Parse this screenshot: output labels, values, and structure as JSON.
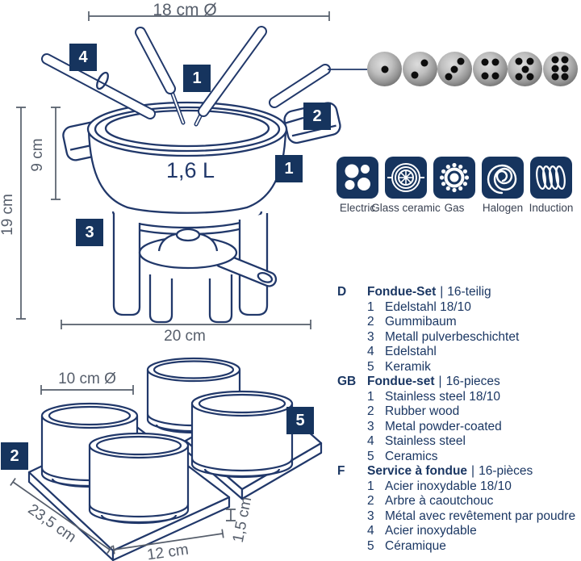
{
  "colors": {
    "line_navy": "#21386a",
    "label_bg": "#16345e",
    "dimension_grey": "#565e6b",
    "legend_navy": "#1b3763",
    "hob_tile_navy": "#16345e"
  },
  "pot_diagram": {
    "capacity": "1,6 L",
    "dims": {
      "top_diameter": "18 cm Ø",
      "pot_height": "9 cm",
      "total_height": "19 cm",
      "base_width": "20 cm"
    },
    "part_labels": {
      "forks": "4",
      "pot_top": "1",
      "handle": "2",
      "pot_side": "1",
      "stand": "3"
    }
  },
  "bowls_diagram": {
    "dims": {
      "bowl_diameter": "10 cm Ø",
      "board_depth": "23,5 cm",
      "board_width": "12 cm",
      "board_height": "1,5 cm"
    },
    "part_labels": {
      "board": "2",
      "bowl": "5"
    }
  },
  "fork_markers": {
    "dot_counts": [
      1,
      2,
      3,
      4,
      5,
      6
    ]
  },
  "hobs": {
    "items": [
      {
        "icon": "electric-hob-icon",
        "label": "Electric"
      },
      {
        "icon": "glass-ceramic-hob-icon",
        "label": "Glass ceramic"
      },
      {
        "icon": "gas-hob-icon",
        "label": "Gas"
      },
      {
        "icon": "halogen-hob-icon",
        "label": "Halogen"
      },
      {
        "icon": "induction-hob-icon",
        "label": "Induction"
      }
    ]
  },
  "legend": {
    "separator": "|",
    "sections": [
      {
        "code": "D",
        "title": "Fondue-Set",
        "count": "16-teilig",
        "items": [
          {
            "n": "1",
            "text": "Edelstahl 18/10"
          },
          {
            "n": "2",
            "text": "Gummibaum"
          },
          {
            "n": "3",
            "text": "Metall pulverbeschichtet"
          },
          {
            "n": "4",
            "text": "Edelstahl"
          },
          {
            "n": "5",
            "text": "Keramik"
          }
        ]
      },
      {
        "code": "GB",
        "title": "Fondue-set",
        "count": "16-pieces",
        "items": [
          {
            "n": "1",
            "text": "Stainless steel 18/10"
          },
          {
            "n": "2",
            "text": "Rubber wood"
          },
          {
            "n": "3",
            "text": "Metal powder-coated"
          },
          {
            "n": "4",
            "text": "Stainless steel"
          },
          {
            "n": "5",
            "text": "Ceramics"
          }
        ]
      },
      {
        "code": "F",
        "title": "Service à fondue",
        "count": "16-pièces",
        "items": [
          {
            "n": "1",
            "text": "Acier inoxydable 18/10"
          },
          {
            "n": "2",
            "text": "Arbre à caoutchouc"
          },
          {
            "n": "3",
            "text": "Métal avec revêtement par poudre"
          },
          {
            "n": "4",
            "text": "Acier inoxydable"
          },
          {
            "n": "5",
            "text": "Céramique"
          }
        ]
      }
    ]
  }
}
